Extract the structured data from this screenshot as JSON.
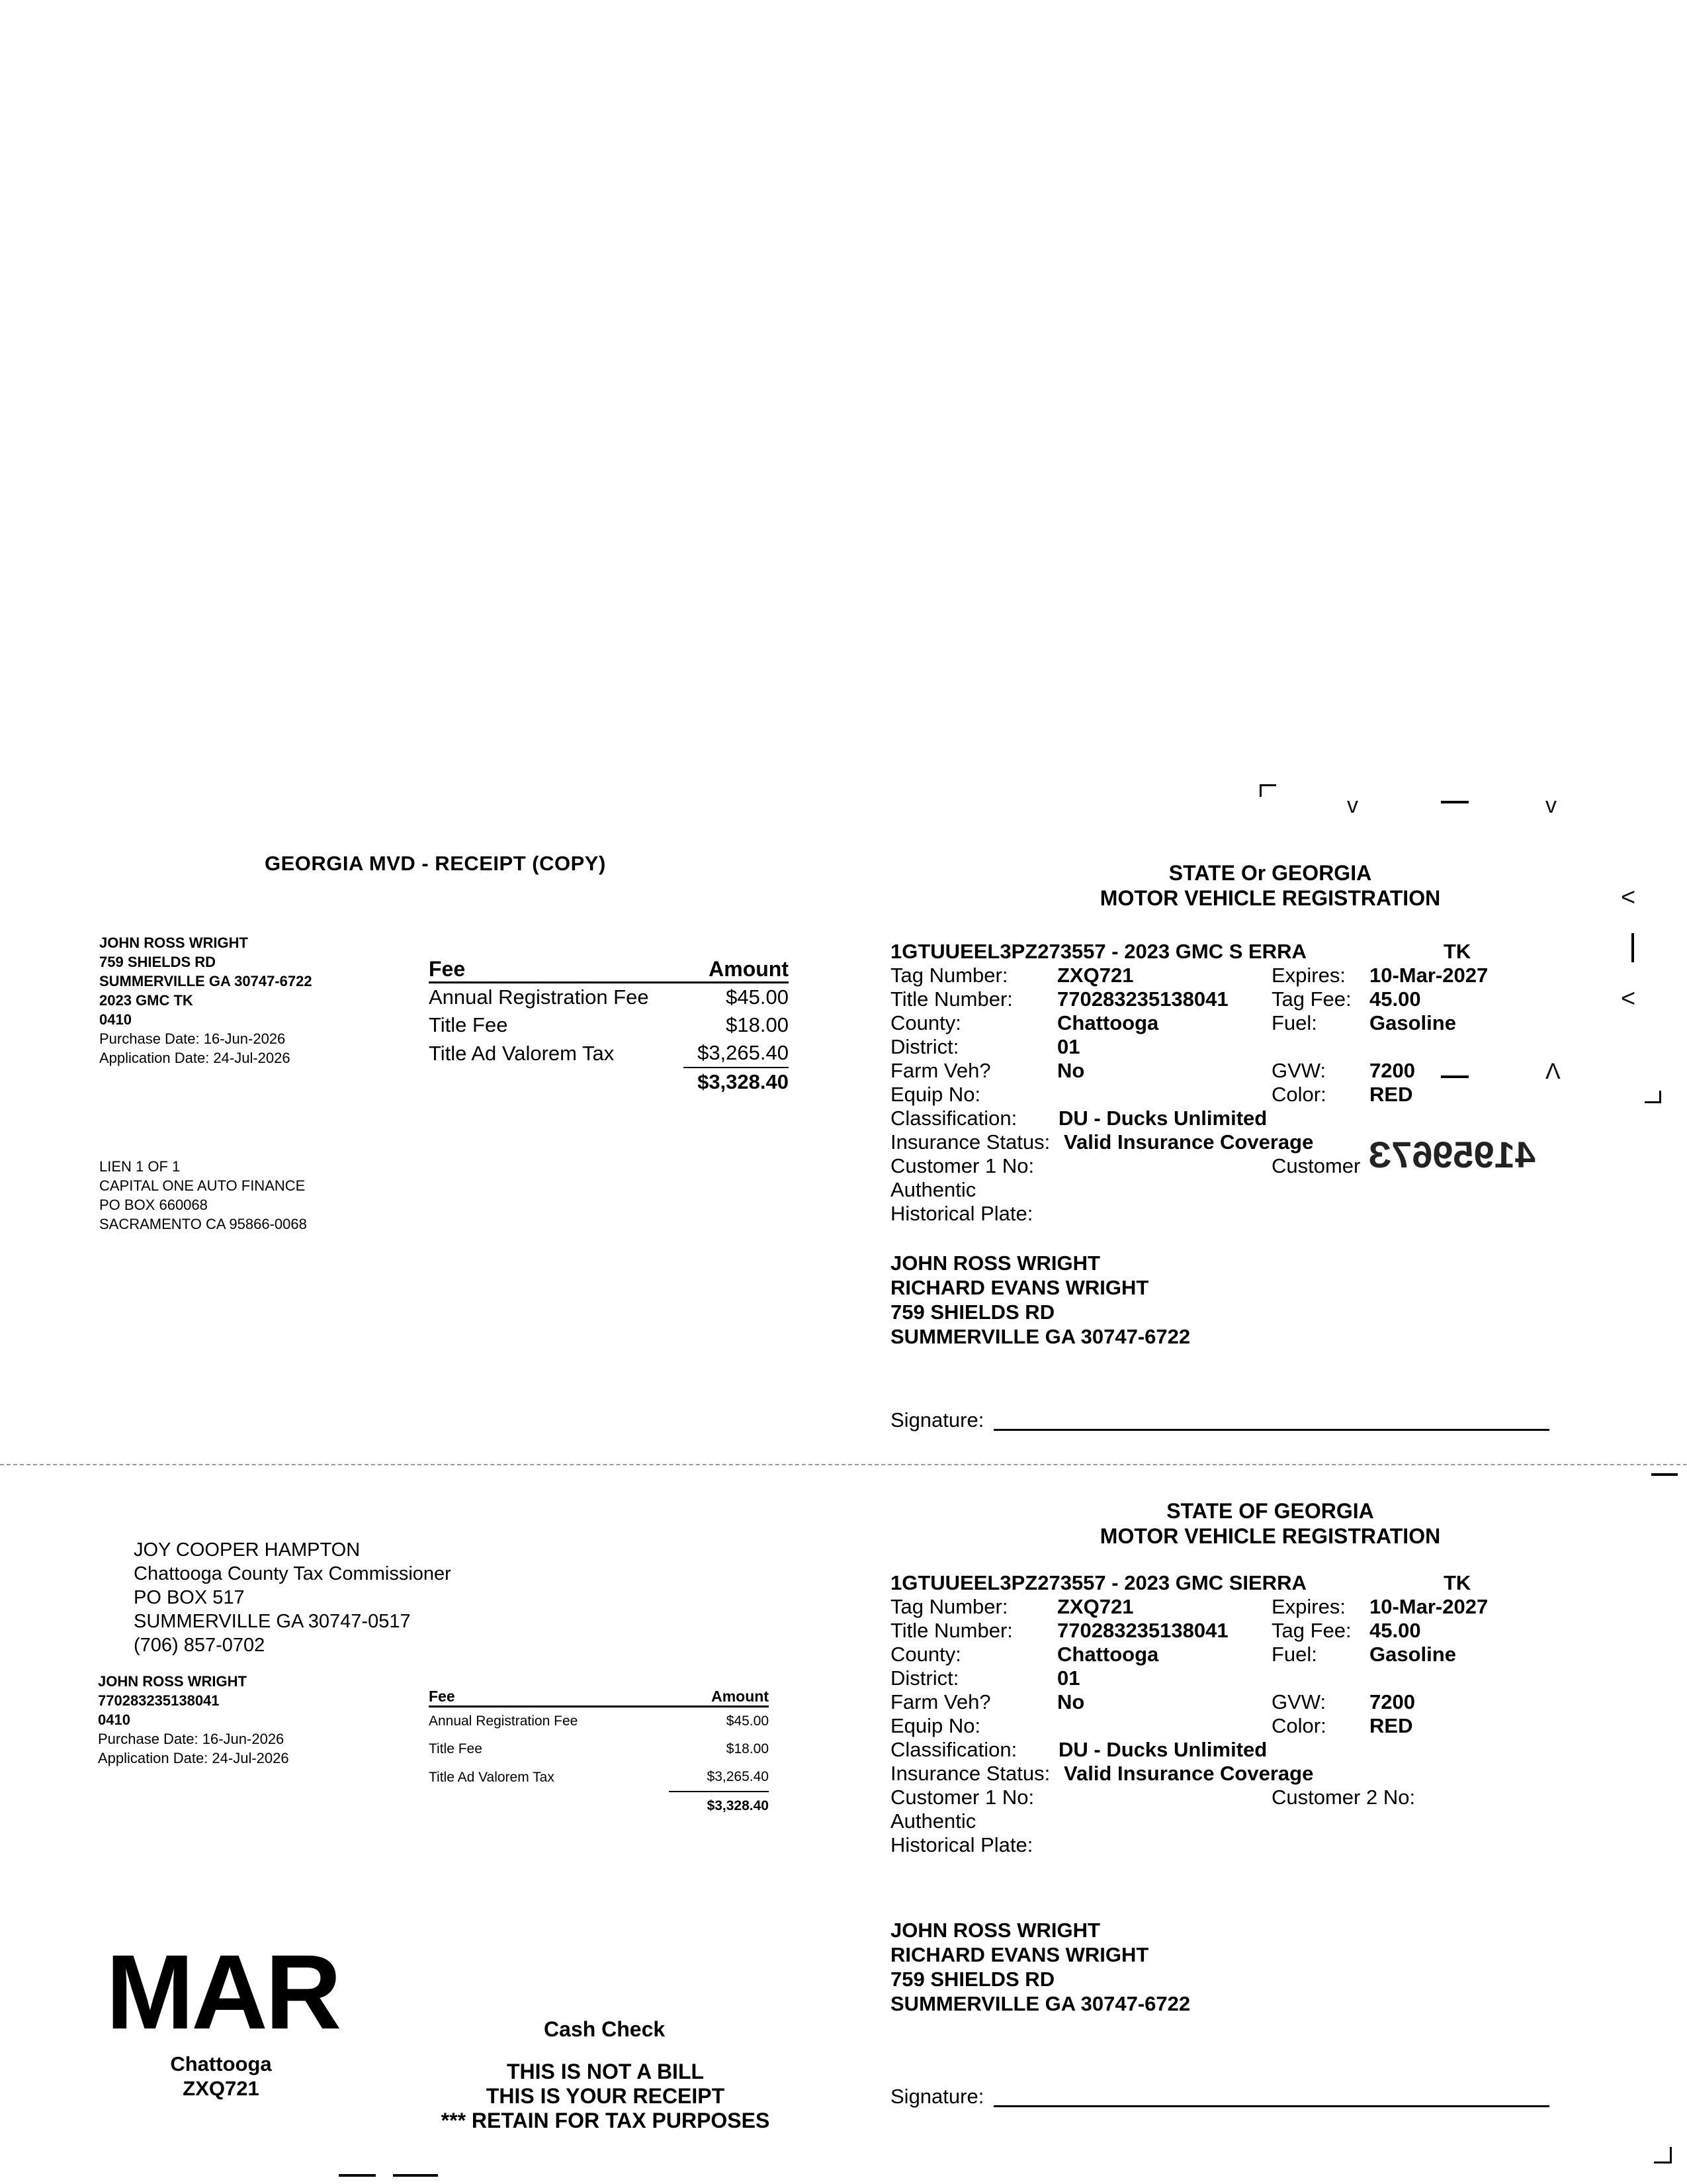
{
  "receipt_copy": {
    "title": "GEORGIA MVD - RECEIPT (COPY)",
    "owner_lines": [
      "JOHN ROSS WRIGHT",
      "759 SHIELDS RD",
      "SUMMERVILLE GA 30747-6722",
      "2023 GMC TK",
      "0410"
    ],
    "purchase_date": "Purchase Date: 16-Jun-2026",
    "application_date": "Application Date: 24-Jul-2026",
    "fees": {
      "header_fee": "Fee",
      "header_amount": "Amount",
      "rows": [
        {
          "fee": "Annual Registration Fee",
          "amount": "$45.00"
        },
        {
          "fee": "Title Fee",
          "amount": "$18.00"
        },
        {
          "fee": "Title Ad Valorem Tax",
          "amount": "$3,265.40"
        }
      ],
      "total": "$3,328.40"
    },
    "lien_lines": [
      "LIEN 1 OF 1",
      "CAPITAL ONE AUTO FINANCE",
      "PO BOX 660068",
      "SACRAMENTO CA 95866-0068"
    ]
  },
  "registration_top": {
    "heading_1": "STATE Or GEORGIA",
    "heading_2": "MOTOR VEHICLE REGISTRATION",
    "vin_line": "1GTUUEEL3PZ273557 - 2023 GMC S ERRA",
    "body_type": "TK",
    "tag_number_label": "Tag Number:",
    "tag_number": "ZXQ721",
    "expires_label": "Expires:",
    "expires": "10-Mar-2027",
    "title_number_label": "Title Number:",
    "title_number": "770283235138041",
    "tag_fee_label": "Tag Fee:",
    "tag_fee": "45.00",
    "county_label": "County:",
    "county": "Chattooga",
    "fuel_label": "Fuel:",
    "fuel": "Gasoline",
    "district_label": "District:",
    "district": "01",
    "farm_label": "Farm Veh?",
    "farm": "No",
    "gvw_label": "GVW:",
    "gvw": "7200",
    "equip_label": "Equip No:",
    "color_label": "Color:",
    "color": "RED",
    "class_label": "Classification:",
    "classification": "DU - Ducks Unlimited",
    "insurance_label": "Insurance Status:",
    "insurance": "Valid Insurance Coverage",
    "cust1_label": "Customer 1 No:",
    "cust2_label": "Customer",
    "authentic_label": "Authentic",
    "historical_label": "Historical Plate:",
    "mirrored_number": "4195967З",
    "owners": [
      "JOHN ROSS WRIGHT",
      "RICHARD EVANS WRIGHT",
      "759 SHIELDS RD",
      "SUMMERVILLE GA 30747-6722"
    ],
    "signature_label": "Signature:"
  },
  "commissioner": {
    "lines": [
      "JOY COOPER HAMPTON",
      "Chattooga County Tax Commissioner",
      "PO BOX 517",
      "SUMMERVILLE GA 30747-0517",
      "(706) 857-0702"
    ]
  },
  "receipt_bottom": {
    "owner_lines": [
      "JOHN ROSS WRIGHT",
      "770283235138041",
      "0410"
    ],
    "purchase_date": "Purchase Date: 16-Jun-2026",
    "application_date": "Application Date: 24-Jul-2026",
    "fees": {
      "header_fee": "Fee",
      "header_amount": "Amount",
      "rows": [
        {
          "fee": "Annual Registration Fee",
          "amount": "$45.00"
        },
        {
          "fee": "Title Fee",
          "amount": "$18.00"
        },
        {
          "fee": "Title Ad Valorem Tax",
          "amount": "$3,265.40"
        }
      ],
      "total": "$3,328.40"
    },
    "month_stamp": "MAR",
    "stamp_county": "Chattooga",
    "stamp_tag": "ZXQ721",
    "payment": "Cash Check",
    "notice_lines": [
      "THIS IS NOT A BILL",
      "THIS IS YOUR RECEIPT",
      "*** RETAIN FOR TAX PURPOSES"
    ]
  },
  "registration_bottom": {
    "heading_1": "STATE OF GEORGIA",
    "heading_2": "MOTOR VEHICLE REGISTRATION",
    "vin_line": "1GTUUEEL3PZ273557 - 2023 GMC SIERRA",
    "body_type": "TK",
    "tag_number_label": "Tag Number:",
    "tag_number": "ZXQ721",
    "expires_label": "Expires:",
    "expires": "10-Mar-2027",
    "title_number_label": "Title Number:",
    "title_number": "770283235138041",
    "tag_fee_label": "Tag Fee:",
    "tag_fee": "45.00",
    "county_label": "County:",
    "county": "Chattooga",
    "fuel_label": "Fuel:",
    "fuel": "Gasoline",
    "district_label": "District:",
    "district": "01",
    "farm_label": "Farm Veh?",
    "farm": "No",
    "gvw_label": "GVW:",
    "gvw": "7200",
    "equip_label": "Equip No:",
    "color_label": "Color:",
    "color": "RED",
    "class_label": "Classification:",
    "classification": "DU - Ducks Unlimited",
    "insurance_label": "Insurance Status:",
    "insurance": "Valid Insurance Coverage",
    "cust1_label": "Customer 1 No:",
    "cust2_label": "Customer 2 No:",
    "authentic_label": "Authentic",
    "historical_label": "Historical Plate:",
    "owners": [
      "JOHN ROSS WRIGHT",
      "RICHARD EVANS WRIGHT",
      "759 SHIELDS RD",
      "SUMMERVILLE GA 30747-6722"
    ],
    "signature_label": "Signature:"
  }
}
